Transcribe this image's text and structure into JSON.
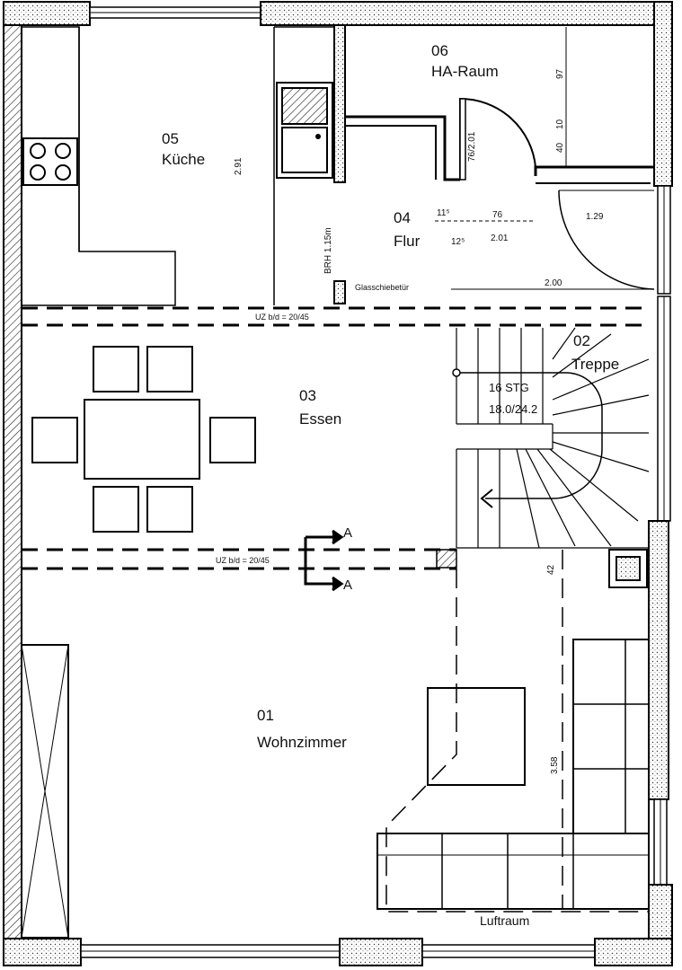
{
  "rooms": {
    "r01": {
      "number": "01",
      "name": "Wohnzimmer"
    },
    "r02": {
      "number": "02",
      "name": "Treppe"
    },
    "r03": {
      "number": "03",
      "name": "Essen"
    },
    "r04": {
      "number": "04",
      "name": "Flur"
    },
    "r05": {
      "number": "05",
      "name": "Küche"
    },
    "r06": {
      "number": "06",
      "name": "HA-Raum"
    }
  },
  "annotations": {
    "luftraum": "Luftraum",
    "glasschiebetur": "Glasschiebetür",
    "brh": "BRH 1.15m",
    "uz_top": "UZ b/d = 20/45",
    "uz_mid": "UZ b/d = 20/45",
    "stair_steps": "16 STG",
    "stair_ratio": "18.0/24.2",
    "section_marker": "A"
  },
  "dimensions": {
    "kitchen_height": "2.91",
    "door_76": "76/2.01",
    "ha_97": "97",
    "ha_10": "10",
    "ha_40": "40",
    "flur_11": "11⁵",
    "flur_76": "76",
    "flur_12": "12⁵",
    "flur_201": "2.01",
    "flur_129": "1.29",
    "flur_200": "2.00",
    "living_42": "42",
    "living_358": "3.58"
  }
}
